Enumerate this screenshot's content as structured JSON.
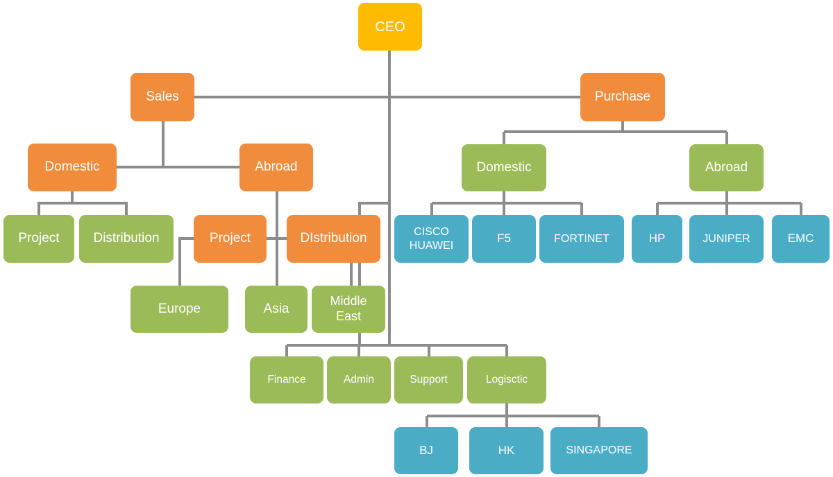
{
  "diagram": {
    "colors": {
      "connector": "#8c8c8c",
      "executive": "#ffbb00",
      "department": "#f08c3c",
      "unit": "#9bbb59",
      "vendor": "#4bacc6",
      "text": "#ffffff"
    },
    "nodes": {
      "ceo": "CEO",
      "sales": "Sales",
      "purchase": "Purchase",
      "sales_domestic": "Domestic",
      "sales_abroad": "Abroad",
      "sales_domestic_project": "Project",
      "sales_domestic_distribution": "Distribution",
      "sales_abroad_project": "Project",
      "sales_abroad_distribution": "DIstribution",
      "europe": "Europe",
      "asia": "Asia",
      "middle_east": "Middle\nEast",
      "purchase_domestic": "Domestic",
      "purchase_abroad": "Abroad",
      "cisco_huawei": "CISCO\nHUAWEI",
      "f5": "F5",
      "fortinet": "FORTINET",
      "hp": "HP",
      "juniper": "JUNIPER",
      "emc": "EMC",
      "finance": "Finance",
      "admin": "Admin",
      "support": "Support",
      "logistic": "Logisctic",
      "bj": "BJ",
      "hk": "HK",
      "singapore": "SINGAPORE"
    }
  }
}
